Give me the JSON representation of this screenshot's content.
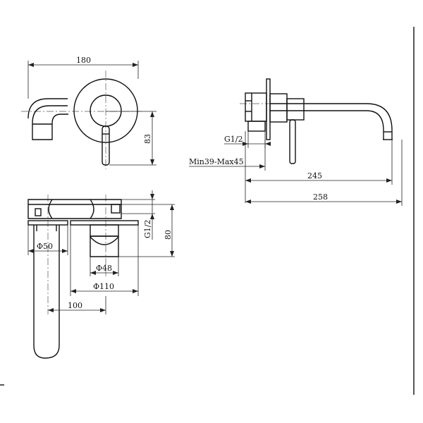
{
  "dimensions": {
    "width_180": "180",
    "height_83": "83",
    "g12_side": "G1/2",
    "min_max": "Min39-Max45",
    "len_245": "245",
    "len_258": "258",
    "g12_top": "G1/2",
    "h_80": "80",
    "d_50": "Φ50",
    "d_48": "Φ48",
    "d_110": "Φ110",
    "len_100": "100"
  }
}
